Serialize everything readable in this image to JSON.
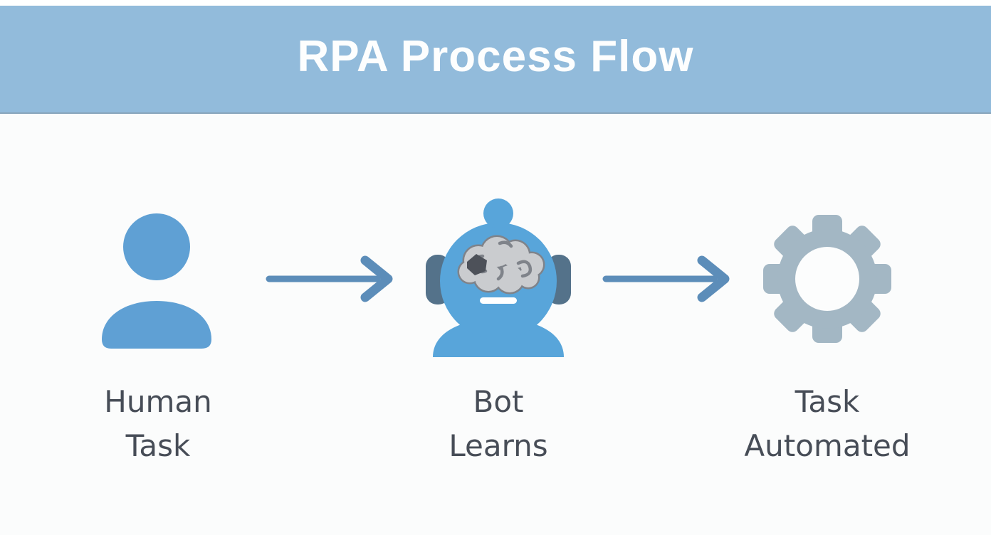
{
  "header": {
    "title": "RPA Process Flow"
  },
  "steps": [
    {
      "name": "human-task",
      "icon": "human-icon",
      "lines": [
        "Human",
        "Task"
      ]
    },
    {
      "name": "bot-learns",
      "icon": "robot-icon",
      "lines": [
        "Bot",
        "Learns"
      ]
    },
    {
      "name": "task-automated",
      "icon": "gear-icon",
      "lines": [
        "Task",
        "Automated"
      ]
    }
  ],
  "colors": {
    "header_bg": "#92BBDB",
    "header_text": "#FDFEFE",
    "content_bg": "#FBFCFC",
    "person_blue": "#5FA0D4",
    "robot_blue": "#58A5DA",
    "robot_ear": "#54728A",
    "brain_fill": "#CACCCF",
    "brain_line": "#7F838A",
    "brain_spot": "#4D5159",
    "mouth_white": "#FFFFFF",
    "gear_gray": "#A3B7C4",
    "gear_hole": "#FCFDFD",
    "arrow_blue": "#5C8DB9",
    "label_text": "#474D57"
  }
}
